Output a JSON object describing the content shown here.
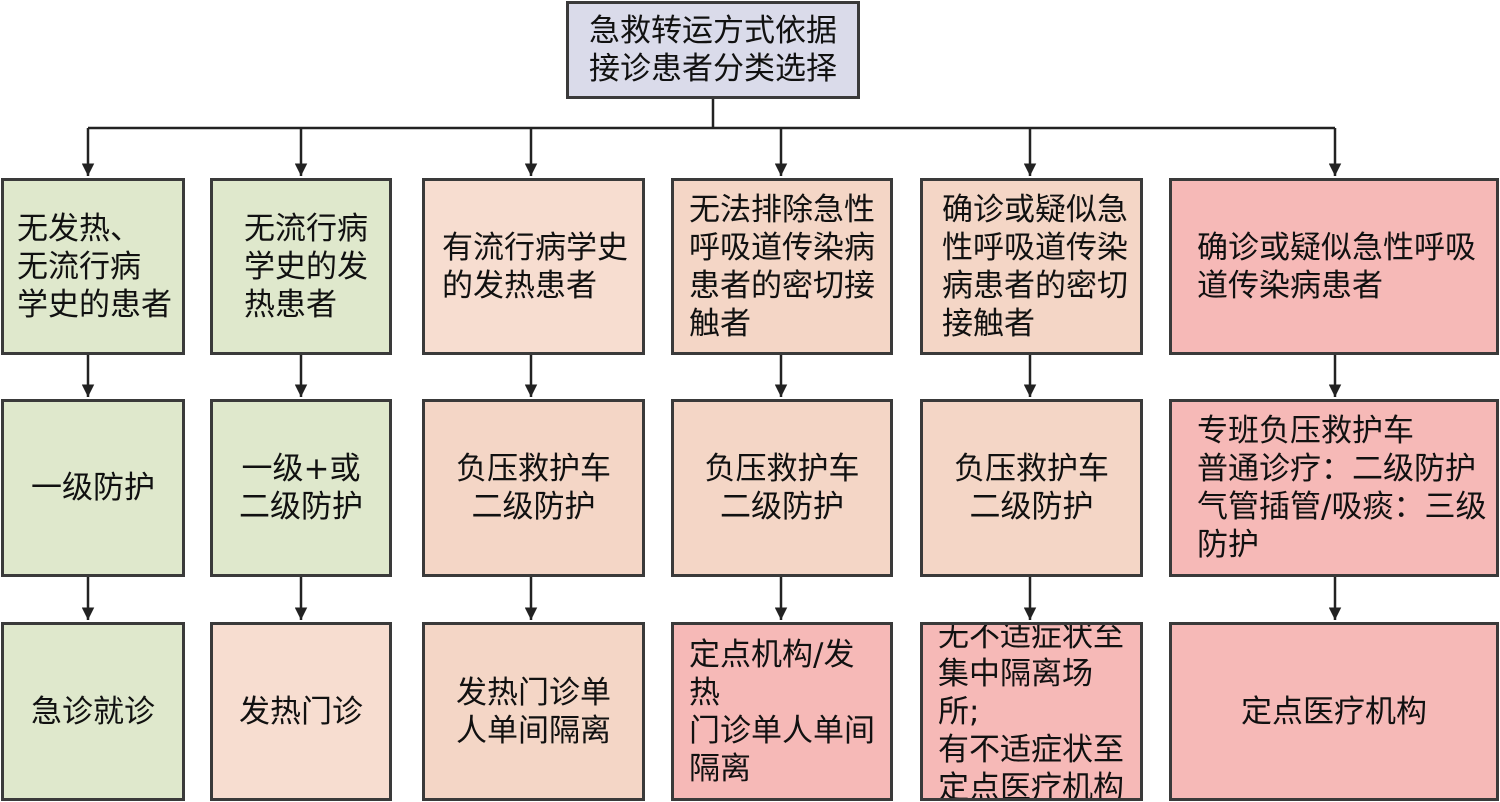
{
  "root": {
    "text": "急救转运方式依据\n接诊患者分类选择"
  },
  "columns": [
    {
      "category": "无发热、\n无流行病\n学史的患者",
      "protection": "一级防护",
      "destination": "急诊就诊"
    },
    {
      "category": "无流行病\n学史的发\n热患者",
      "protection": "一级+或\n二级防护",
      "destination": "发热门诊"
    },
    {
      "category": "有流行病学史\n的发热患者",
      "protection": "负压救护车\n二级防护",
      "destination": "发热门诊单\n人单间隔离"
    },
    {
      "category": "无法排除急性\n呼吸道传染病\n患者的密切接\n触者",
      "protection": "负压救护车\n二级防护",
      "destination": "定点机构/发热\n门诊单人单间\n隔离"
    },
    {
      "category": "确诊或疑似急\n性呼吸道传染\n病患者的密切\n接触者",
      "protection": "负压救护车\n二级防护",
      "destination": "无不适症状至\n集中隔离场所;\n有不适症状至\n定点医疗机构"
    },
    {
      "category": "确诊或疑似急性呼吸\n道传染病患者",
      "protection": "专班负压救护车\n普通诊疗：二级防护\n气管插管/吸痰：三级\n防护",
      "destination": "定点医疗机构"
    }
  ],
  "colors": {
    "green": "#dfe8cc",
    "peach": "#f7ddd0",
    "pink": "#f6b9b7",
    "title": "#dadbea",
    "border": "#3a3a3a"
  }
}
